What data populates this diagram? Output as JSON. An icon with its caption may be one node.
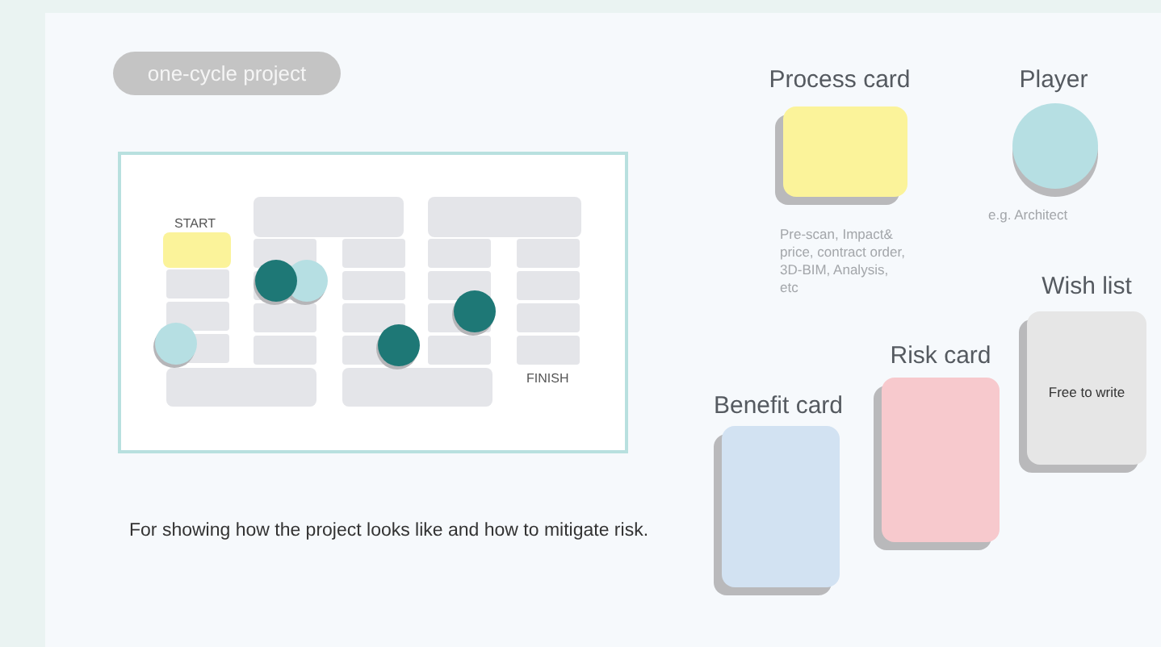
{
  "diagram": {
    "nodes": [
      {
        "text": [
          "one-cycle project"
        ]
      },
      {
        "text": [
          "Process card"
        ],
        "beside": [
          "Pre-scan, Impact& price, contract order, 3D-BIM, Analysis, etc"
        ]
      },
      {
        "text": [
          "Player"
        ],
        "beside": [
          "e.g. Architect"
        ]
      },
      {
        "text": [
          "Wish list",
          "Free to write"
        ]
      },
      {
        "text": [
          "Risk card"
        ]
      },
      {
        "text": [
          "Benefit card"
        ]
      }
    ],
    "edges": [],
    "labels": [
      "START",
      "FINISH",
      "For showing how the project looks like and how to mitigate risk."
    ]
  }
}
